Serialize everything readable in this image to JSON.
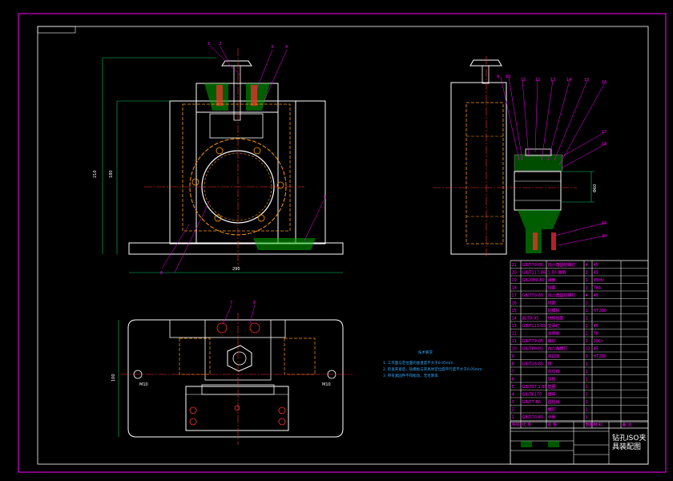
{
  "colors": {
    "background": "#000000",
    "frame": "#ff00ff",
    "outline": "#ffffff",
    "hidden": "#ff9900",
    "center": "#ff3030",
    "dimension": "#00cc66",
    "section": "#00aa00",
    "note": "#33aaff"
  },
  "drawing": {
    "title_lines": [
      "钻孔ISO夹",
      "具装配图"
    ],
    "note_title": "技术要求",
    "notes": [
      "1. 工作面与定位面的垂直度不大于0.05mm.",
      "2. 检查夹紧后，钻模板与夹具体定位面平行度不大于0.05mm.",
      "3. 所有紧固件不得松动，无毛刺等."
    ]
  },
  "dimensions": {
    "front_width": "290",
    "front_height_outer": "210",
    "front_height_inner": "180",
    "top_depth": "100",
    "side_bore": "Φ60",
    "top_hole_left": "M10",
    "top_hole_right": "M10"
  },
  "balloons": {
    "front": [
      "1",
      "2",
      "3",
      "4",
      "5",
      "6"
    ],
    "top": [
      "7",
      "8"
    ],
    "side": [
      "9",
      "10",
      "11",
      "12",
      "13",
      "14",
      "15",
      "16",
      "17",
      "18",
      "19",
      "20"
    ]
  },
  "bom_rows": [
    [
      "21",
      "GB/T70-85",
      "内六角圆柱螺钉",
      "4",
      "45",
      ""
    ],
    [
      "20",
      "GB/T117-86",
      "1:50 锥销",
      "2",
      "45"
    ],
    [
      "19",
      "GB2089-80",
      "弹簧",
      "1",
      "65Mn"
    ],
    [
      "18",
      "",
      "钻套",
      "1",
      "T8A"
    ],
    [
      "17",
      "GB/T70-85",
      "内六角圆柱螺钉",
      "4",
      "45"
    ],
    [
      "16",
      "",
      "衬套",
      "1",
      ""
    ],
    [
      "15",
      "",
      "钻模板",
      "1",
      "HT200"
    ],
    [
      "14",
      "JB/T8-95",
      "快换钻套",
      "1",
      ""
    ],
    [
      "13",
      "GB/T115-85",
      "支承钉",
      "1",
      "45"
    ],
    [
      "12",
      "",
      "支承板",
      "1",
      "T8"
    ],
    [
      "11",
      "GB/T79-85",
      "螺钉",
      "1",
      "20Cr"
    ],
    [
      "10",
      "GB/T80-85",
      "内六角螺钉",
      "12",
      "45"
    ],
    [
      "9",
      "",
      "夹具体",
      "1",
      "HT200"
    ],
    [
      "8",
      "GB/T18-85",
      "销",
      "1",
      ""
    ],
    [
      "7",
      "",
      "定位销",
      "1",
      ""
    ],
    [
      "6",
      "",
      "压板",
      "1",
      ""
    ],
    [
      "5",
      "GB/T97.1-85",
      "垫圈",
      "1",
      ""
    ],
    [
      "4",
      "GB/T6170",
      "螺母",
      "1",
      ""
    ],
    [
      "3",
      "GB/T7-86",
      "圆柱销",
      "1",
      ""
    ],
    [
      "2",
      "",
      "螺钉",
      "1",
      ""
    ],
    [
      "1",
      "GB/T70-85",
      "手柄",
      "1",
      ""
    ]
  ],
  "bom_header": [
    "序号",
    "代 号",
    "名 称",
    "数量",
    "材 料",
    "备 注"
  ]
}
